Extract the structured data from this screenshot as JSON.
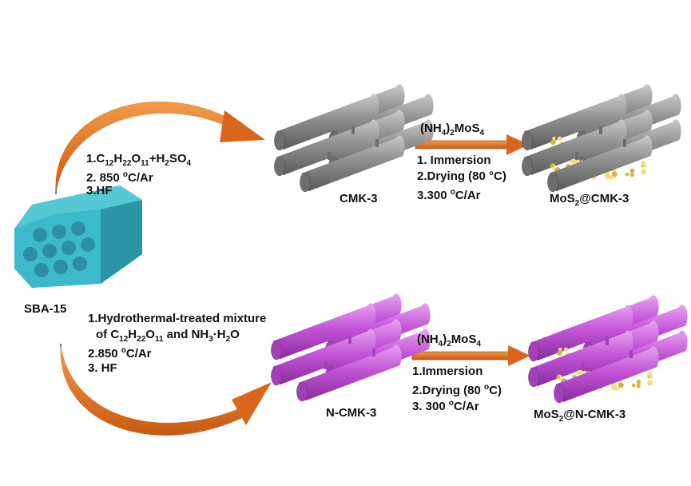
{
  "colors": {
    "sba": "#3cb6c6",
    "cmk": "#8e8e8e",
    "ncmk": "#c354d6",
    "mos2": "#e6d35a",
    "arrow": "#e0721e"
  },
  "template": {
    "name": "SBA-15"
  },
  "top_route": {
    "steps": [
      "1.C12H22O11+H2SO4",
      "2. 850 oC/Ar",
      "3.HF"
    ],
    "product": "CMK-3",
    "reagent": "(NH4)2MoS4",
    "treatment": [
      "1. Immersion",
      "2.Drying (80 °C)",
      "3.300 oC/Ar"
    ],
    "final": "MoS2@CMK-3"
  },
  "bottom_route": {
    "steps": [
      "1.Hydrothermal-treated mixture",
      "of C12H22O11 and NH3·H2O",
      "2.850 oC/Ar",
      "3. HF"
    ],
    "product": "N-CMK-3",
    "reagent": "(NH4)2MoS4",
    "treatment": [
      "1.Immersion",
      "2.Drying (80 oC)",
      "3. 300 oC/Ar"
    ],
    "final": "MoS2@N-CMK-3"
  }
}
